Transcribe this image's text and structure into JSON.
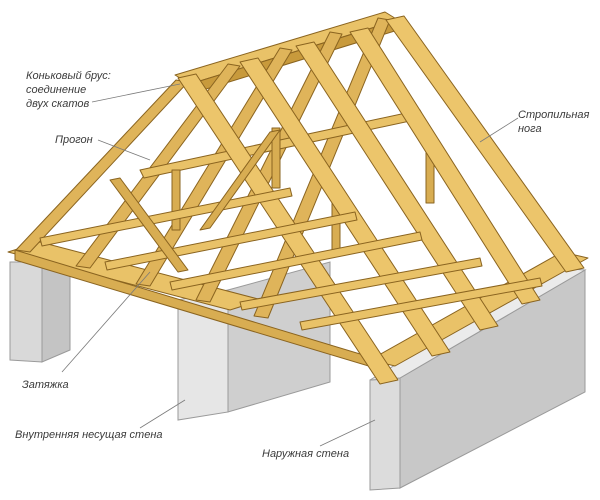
{
  "labels": {
    "ridge_line1": "Коньковый брус:",
    "ridge_line2": "соединение",
    "ridge_line3": "двух скатов",
    "purlin": "Прогон",
    "rafter_line1": "Стропильная",
    "rafter_line2": "нога",
    "tie": "Затяжка",
    "inner_wall": "Внутренняя несущая стена",
    "outer_wall": "Наружная стена"
  },
  "colors": {
    "wood": "#e9c268",
    "wood_shade": "#c89a3c",
    "wood_edge": "#8a6420",
    "wall_light": "#e4e4e4",
    "wall_dark": "#bfbfbf",
    "leader": "#7a7a7a"
  }
}
